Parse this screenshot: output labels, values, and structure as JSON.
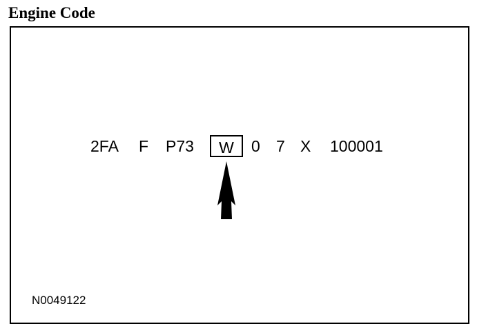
{
  "title": "Engine Code",
  "vin_segments": [
    "2FA",
    "F",
    "P73",
    "W",
    "0",
    "7",
    "X",
    "100001"
  ],
  "highlighted_segment": "W",
  "figure_id": "N0049122",
  "colors": {
    "ink": "#000000",
    "background": "#ffffff"
  },
  "icons": {
    "pointer": "up-arrow-icon"
  }
}
